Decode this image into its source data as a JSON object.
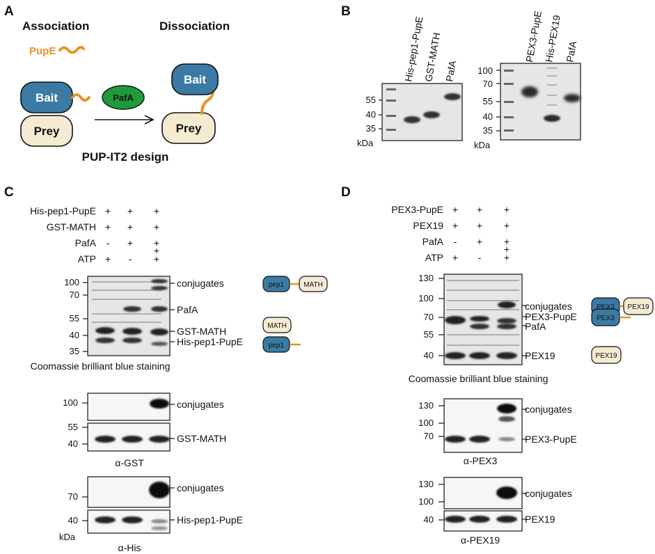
{
  "panels": {
    "A": {
      "letter": "A",
      "association": "Association",
      "dissociation": "Dissociation",
      "pupe": "PupE",
      "bait": "Bait",
      "prey": "Prey",
      "pafa": "PafA",
      "caption": "PUP-IT2 design"
    },
    "B": {
      "letter": "B",
      "gel1_lanes": [
        "His-pep1-PupE",
        "GST-MATH",
        "PafA"
      ],
      "gel1_markers": [
        "55",
        "40",
        "35"
      ],
      "gel2_lanes": [
        "PEX3-PupE",
        "His-PEX19",
        "PafA"
      ],
      "gel2_markers": [
        "100",
        "70",
        "55",
        "40",
        "35"
      ],
      "kda": "kDa"
    },
    "C": {
      "letter": "C",
      "rows": [
        {
          "label": "His-pep1-PupE",
          "signs": [
            "+",
            "+",
            "+"
          ]
        },
        {
          "label": "GST-MATH",
          "signs": [
            "+",
            "+",
            "+"
          ]
        },
        {
          "label": "PafA",
          "signs": [
            "-",
            "+",
            "+"
          ]
        },
        {
          "label": "ATP",
          "signs": [
            "+",
            "-",
            "+"
          ]
        }
      ],
      "gel_markers": [
        "100",
        "70",
        "55",
        "40",
        "35"
      ],
      "gel_bands": [
        "conjugates",
        "PafA",
        "GST-MATH",
        "His-pep1-PupE"
      ],
      "gel_caption": "Coomassie brilliant blue staining",
      "icons": {
        "pep1": "pep1",
        "math": "MATH"
      },
      "blot1": {
        "markers": [
          "100",
          "55",
          "40"
        ],
        "labels": [
          "conjugates",
          "GST-MATH"
        ],
        "caption": "α-GST"
      },
      "blot2": {
        "markers": [
          "70",
          "40"
        ],
        "labels": [
          "conjugates",
          "His-pep1-PupE"
        ],
        "caption": "α-His",
        "kda": "kDa"
      }
    },
    "D": {
      "letter": "D",
      "rows": [
        {
          "label": "PEX3-PupE",
          "signs": [
            "+",
            "+",
            "+"
          ]
        },
        {
          "label": "PEX19",
          "signs": [
            "+",
            "+",
            "+"
          ]
        },
        {
          "label": "PafA",
          "signs": [
            "-",
            "+",
            "+"
          ]
        },
        {
          "label": "ATP",
          "signs": [
            "+",
            "-",
            "+"
          ]
        }
      ],
      "gel_markers": [
        "130",
        "100",
        "70",
        "55",
        "40"
      ],
      "gel_bands": [
        "conjugates",
        "PEX3-PupE",
        "PafA",
        "PEX19"
      ],
      "gel_caption": "Coomassie brilliant blue staining",
      "icons": {
        "pex3": "PEX3",
        "pex19": "PEX19"
      },
      "blot1": {
        "markers": [
          "130",
          "100",
          "70"
        ],
        "labels": [
          "conjugates",
          "PEX3-PupE"
        ],
        "caption": "α-PEX3"
      },
      "blot2": {
        "markers": [
          "130",
          "100",
          "40"
        ],
        "labels": [
          "conjugates",
          "PEX19"
        ],
        "caption": "α-PEX19"
      }
    }
  },
  "colors": {
    "bait_blue": "#3a7aa4",
    "prey_cream": "#f5ead2",
    "pafa_green": "#1f9a3c",
    "pupe_orange": "#e69421",
    "gel_gray": "#e6e6e6",
    "band_dark": "#2a2a2a"
  }
}
